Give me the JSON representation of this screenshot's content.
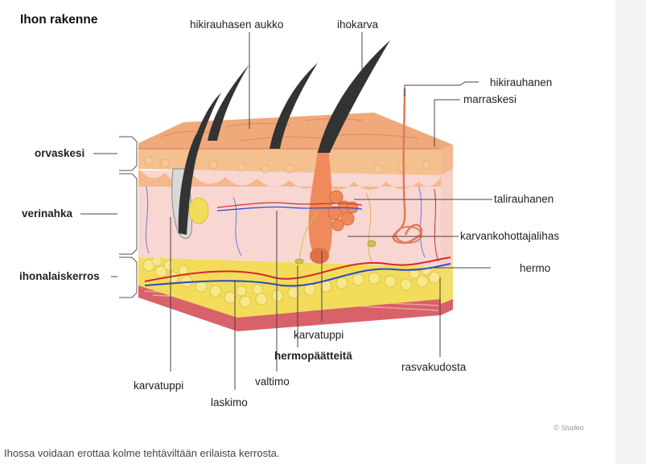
{
  "title": "Ihon rakenne",
  "layers": {
    "orvaskesi": "orvaskesi",
    "verinahka": "verinahka",
    "ihonalaiskerros": "ihonalaiskerros"
  },
  "labels": {
    "hikirauhasen_aukko": "hikirauhasen aukko",
    "ihokarva": "ihokarva",
    "hikirauhanen": "hikirauhanen",
    "marraskesi": "marraskesi",
    "talirauhanen": "talirauhanen",
    "karvankohottajalihas": "karvankohottajalihas",
    "hermo": "hermo",
    "karvatuppi_right": "karvatuppi",
    "hermopaatteita": "hermopäätteitä",
    "rasvakudosta": "rasvakudosta",
    "valtimo": "valtimo",
    "karvatuppi_left": "karvatuppi",
    "laskimo": "laskimo"
  },
  "credit": "© Studeo",
  "caption": "Ihossa voidaan erottaa kolme tehtäviltään erilaista kerrosta.",
  "colors": {
    "epidermis_top": "#f0a97a",
    "epidermis_layer": "#f4c08e",
    "dermis": "#f8d6d2",
    "fat": "#f2dc5a",
    "muscle": "#d9616a",
    "hair": "#333333",
    "follicle": "#ef8a5c",
    "artery": "#d8262e",
    "vein": "#2b48c9"
  }
}
